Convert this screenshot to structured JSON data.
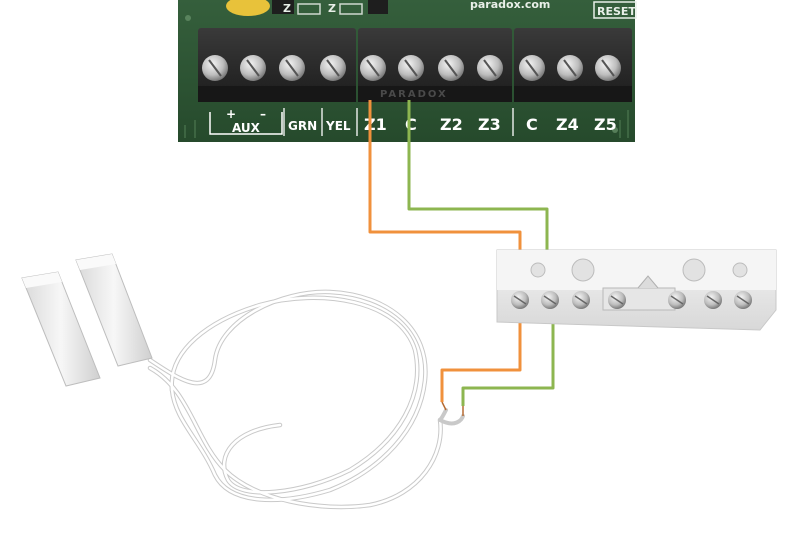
{
  "board": {
    "url_text": "paradox.com",
    "reset_label": "RESET",
    "top_partial_label": "Z",
    "watermark": "PARADOX",
    "aux_label": "AUX",
    "aux_plus": "+",
    "aux_minus": "–",
    "terminals": [
      "GRN",
      "YEL",
      "Z1",
      "C",
      "Z2",
      "Z3",
      "C",
      "Z4",
      "Z5"
    ]
  },
  "colors": {
    "pcb": "#2f5a37",
    "pcb_dark": "#23462a",
    "terminal_block": "#2b2b2b",
    "wire_orange": "#f0913c",
    "wire_green": "#8db650",
    "sensor_white": "#f1f1f1"
  }
}
